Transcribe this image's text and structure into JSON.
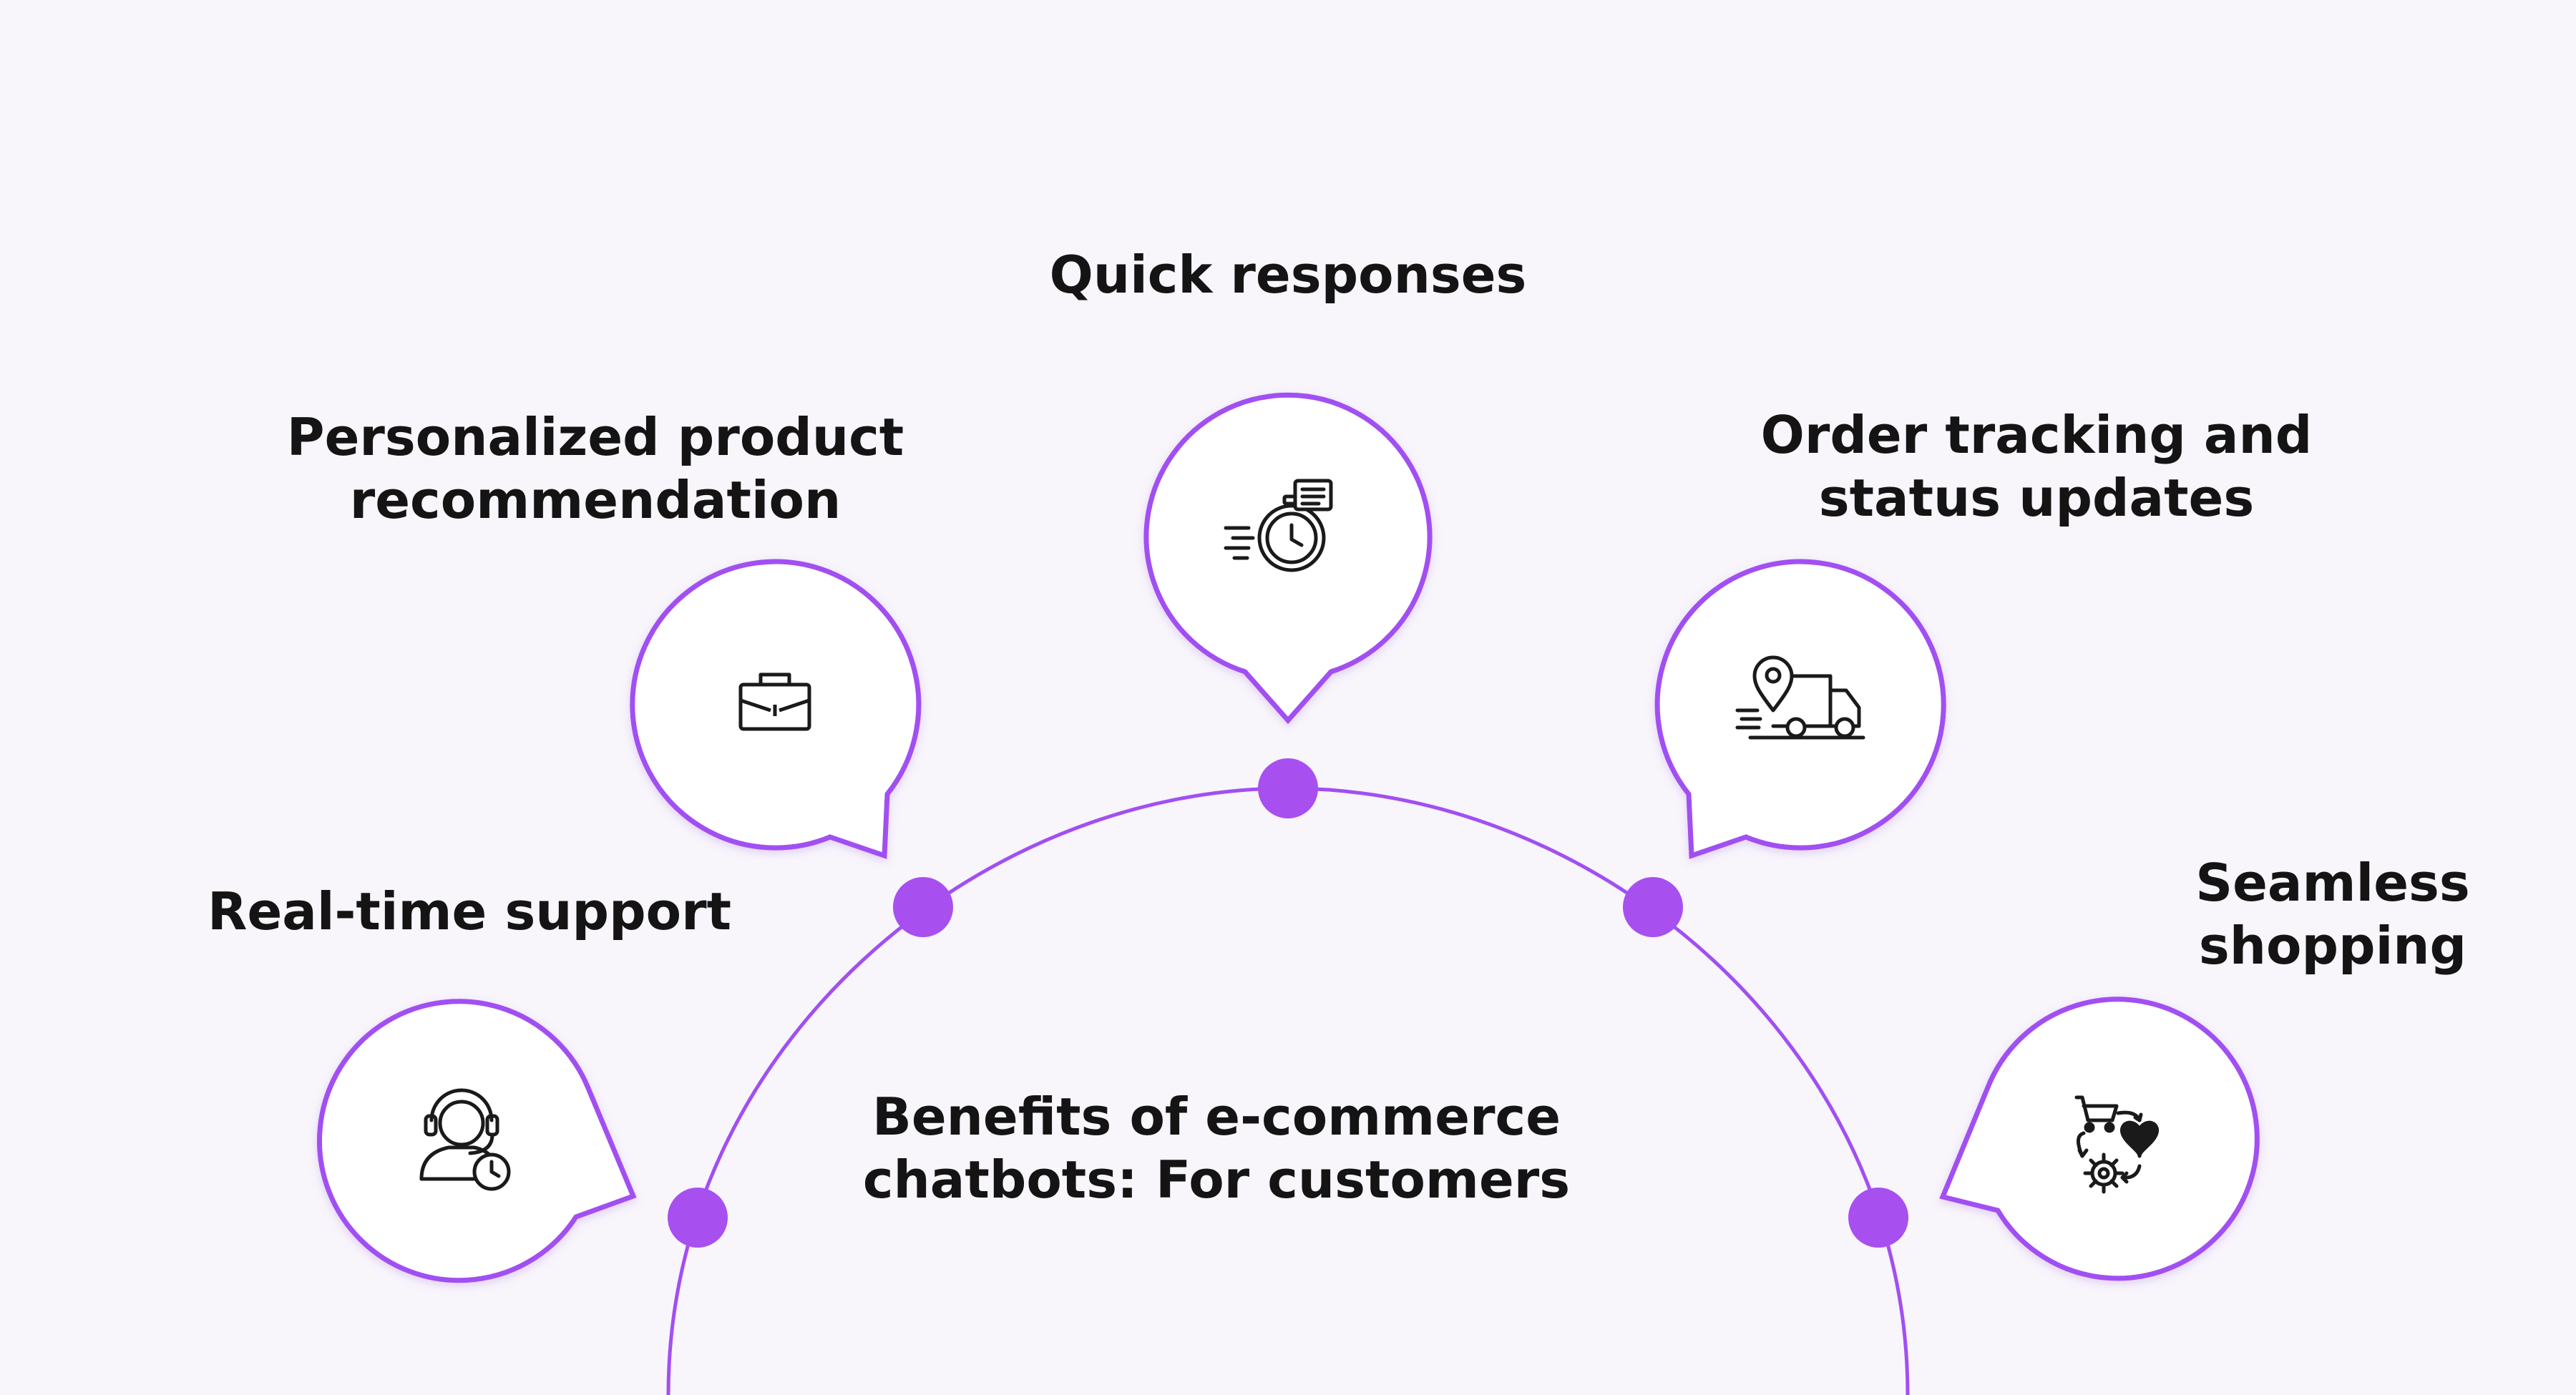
{
  "title_lines": [
    "Benefits of e-commerce",
    "chatbots: For customers"
  ],
  "accent_color": "#a14ff2",
  "dot_color": "#a84ff0",
  "text_color": "#141414",
  "benefits": [
    {
      "label": "Real-time support",
      "icon": "customer-support-agent-icon"
    },
    {
      "label": "Personalized product\nrecommendation",
      "icon": "briefcase-icon"
    },
    {
      "label": "Quick responses",
      "icon": "stopwatch-chat-icon"
    },
    {
      "label": "Order tracking and\nstatus updates",
      "icon": "delivery-truck-location-icon"
    },
    {
      "label": "Seamless\nshopping",
      "icon": "cart-heart-cycle-icon"
    }
  ]
}
